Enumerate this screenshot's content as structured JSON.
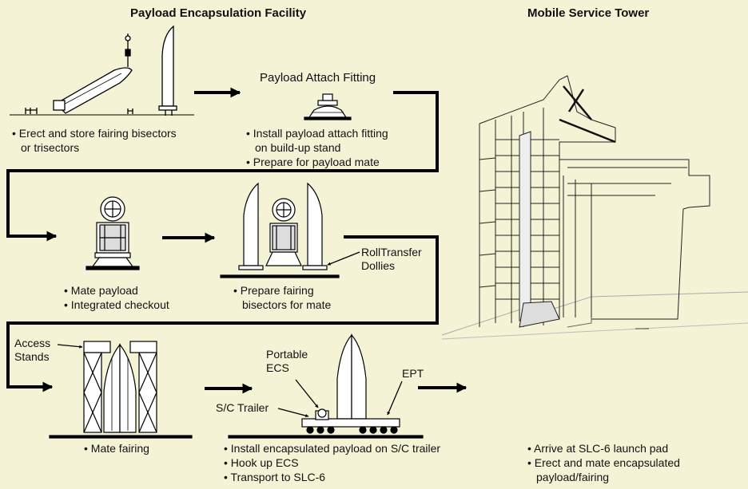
{
  "headings": {
    "facility": "Payload Encapsulation Facility",
    "tower": "Mobile Service Tower"
  },
  "labels": {
    "payload_attach_fitting": "Payload Attach Fitting",
    "roll_transfer": [
      "RollTransfer",
      "Dollies"
    ],
    "access_stands": [
      "Access",
      "Stands"
    ],
    "portable_ecs": [
      "Portable",
      "ECS"
    ],
    "ept": "EPT",
    "sc_trailer": "S/C Trailer"
  },
  "steps": {
    "erect": [
      "• Erect and store fairing bisectors",
      "or trisectors"
    ],
    "install_fitting": [
      "• Install payload attach fitting",
      "on build-up stand",
      "• Prepare for payload mate"
    ],
    "mate_payload": [
      "• Mate payload",
      "• Integrated checkout"
    ],
    "prepare_fairing": [
      "• Prepare fairing",
      "bisectors for mate"
    ],
    "mate_fairing": [
      "• Mate fairing"
    ],
    "install_trailer": [
      "• Install encapsulated payload on S/C trailer",
      "• Hook up ECS",
      "• Transport to SLC-6"
    ],
    "arrive": [
      "• Arrive at SLC-6 launch pad",
      "• Erect and mate encapsulated",
      "payload/fairing"
    ]
  }
}
